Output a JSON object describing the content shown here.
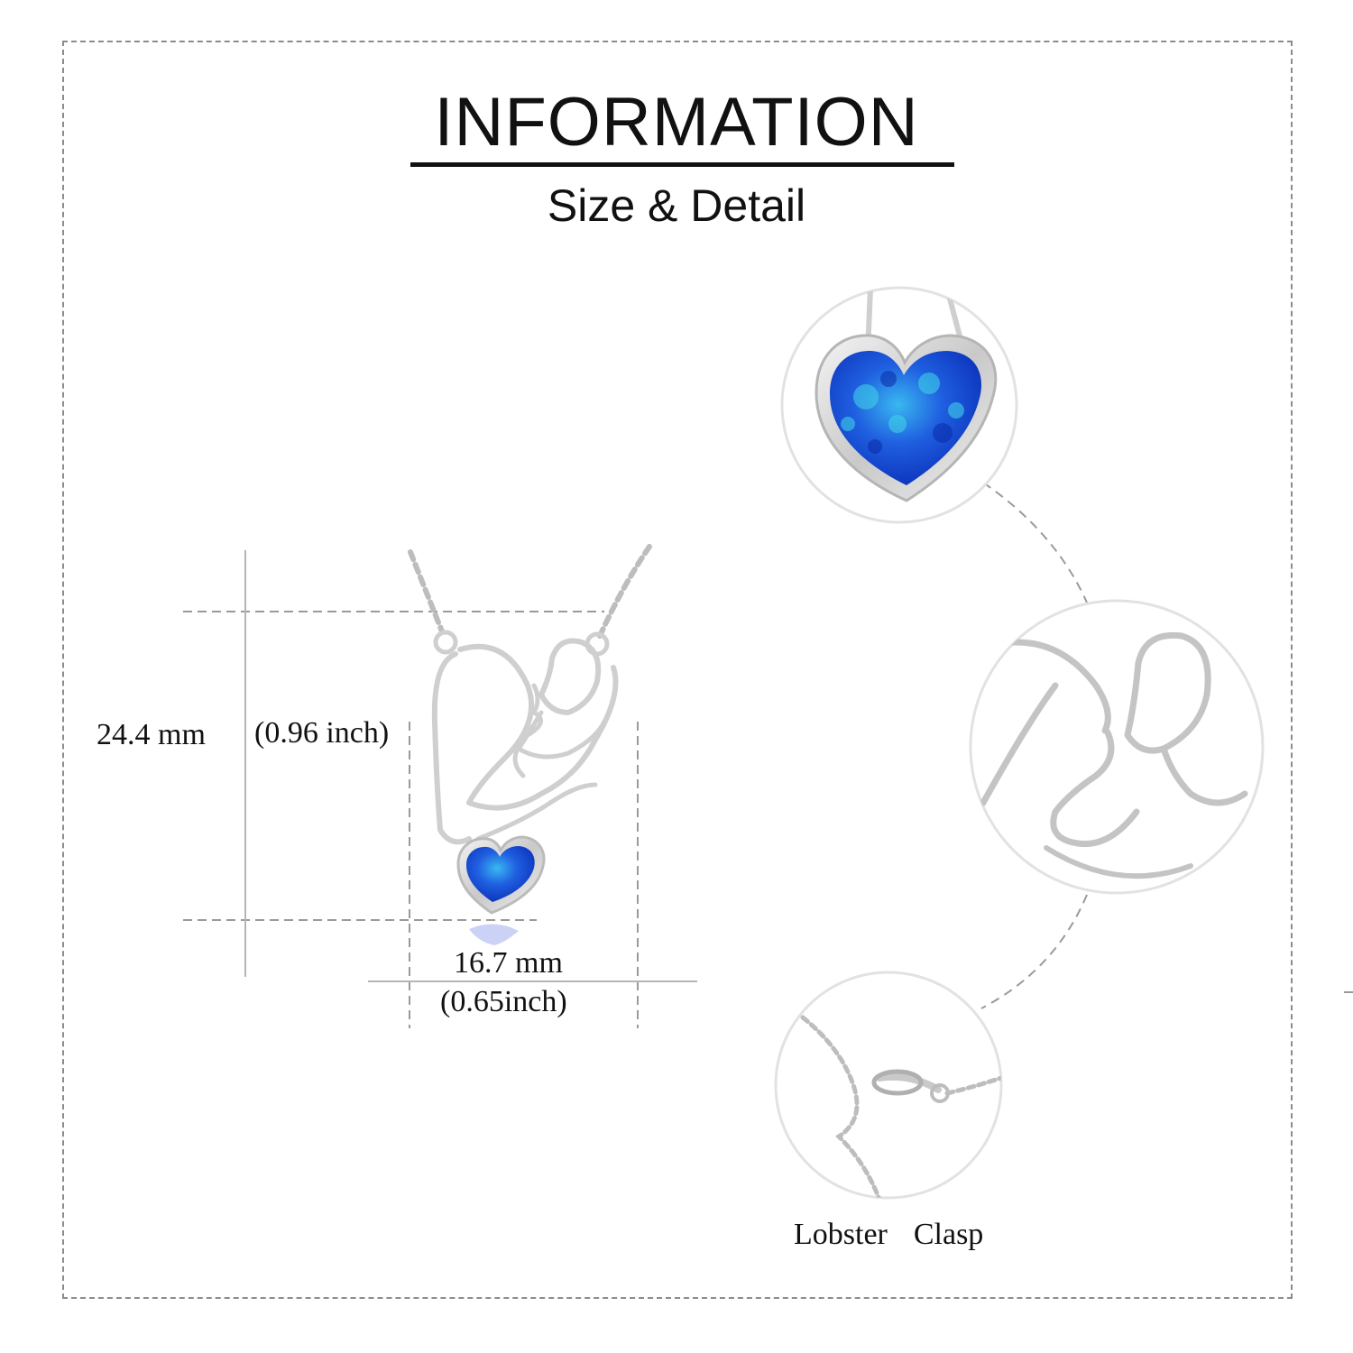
{
  "header": {
    "title": "INFORMATION",
    "subtitle": "Size & Detail"
  },
  "dimensions": {
    "height_mm": "24.4 mm",
    "height_inch": "(0.96 inch)",
    "width_mm": "16.7 mm",
    "width_inch": "(0.65inch)"
  },
  "details": {
    "clasp_label": "Lobster  Clasp"
  },
  "colors": {
    "opal_blue": "#1f5fe0",
    "opal_light": "#39b8f0",
    "opal_dark": "#0b2fb8",
    "silver": "#d9d9d9",
    "dashed_line": "#9a9a9a"
  }
}
